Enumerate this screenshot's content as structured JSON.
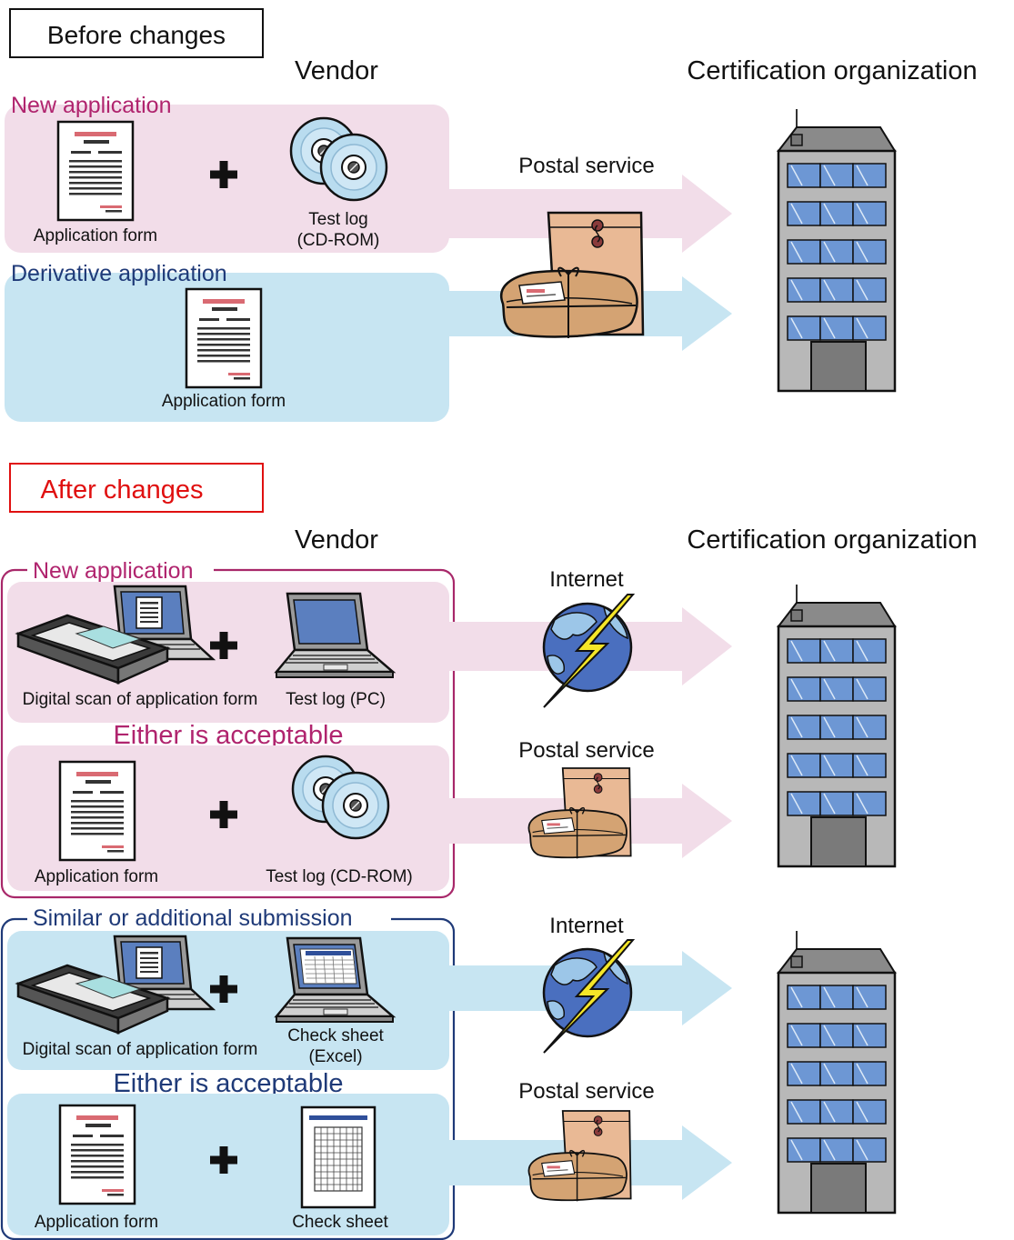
{
  "before": {
    "title": "Before changes",
    "vendor_label": "Vendor",
    "cert_label": "Certification organization",
    "new_app": {
      "label": "New application",
      "form_caption": "Application form",
      "testlog_caption_1": "Test log",
      "testlog_caption_2": "(CD-ROM)"
    },
    "deriv_app": {
      "label": "Derivative application",
      "form_caption": "Application form"
    },
    "postal_label": "Postal service"
  },
  "after": {
    "title": "After changes",
    "vendor_label": "Vendor",
    "cert_label": "Certification organization",
    "new_app": {
      "label": "New application",
      "scan_caption": "Digital scan of application form",
      "testlog_pc_caption": "Test log (PC)",
      "either": "Either is acceptable",
      "form_caption": "Application form",
      "testlog_cd_caption": "Test log (CD-ROM)"
    },
    "similar": {
      "label": "Similar or additional submission",
      "scan_caption": "Digital scan of application form",
      "check_excel_caption_1": "Check sheet",
      "check_excel_caption_2": "(Excel)",
      "either": "Either is acceptable",
      "form_caption": "Application form",
      "check_caption": "Check sheet"
    },
    "internet_label": "Internet",
    "postal_label": "Postal service"
  },
  "colors": {
    "pink_panel": "#f2dde9",
    "blue_panel": "#c7e5f2",
    "pink_border": "#a8286a",
    "blue_border": "#1f3a78",
    "red_title": "#e01010"
  },
  "icons": {
    "document": "application-form-document-icon",
    "cd": "cd-rom-icon",
    "scanner": "scanner-laptop-icon",
    "laptop": "laptop-icon",
    "package": "postal-package-icon",
    "globe": "internet-globe-icon",
    "building": "office-building-icon",
    "plus": "plus-icon"
  }
}
